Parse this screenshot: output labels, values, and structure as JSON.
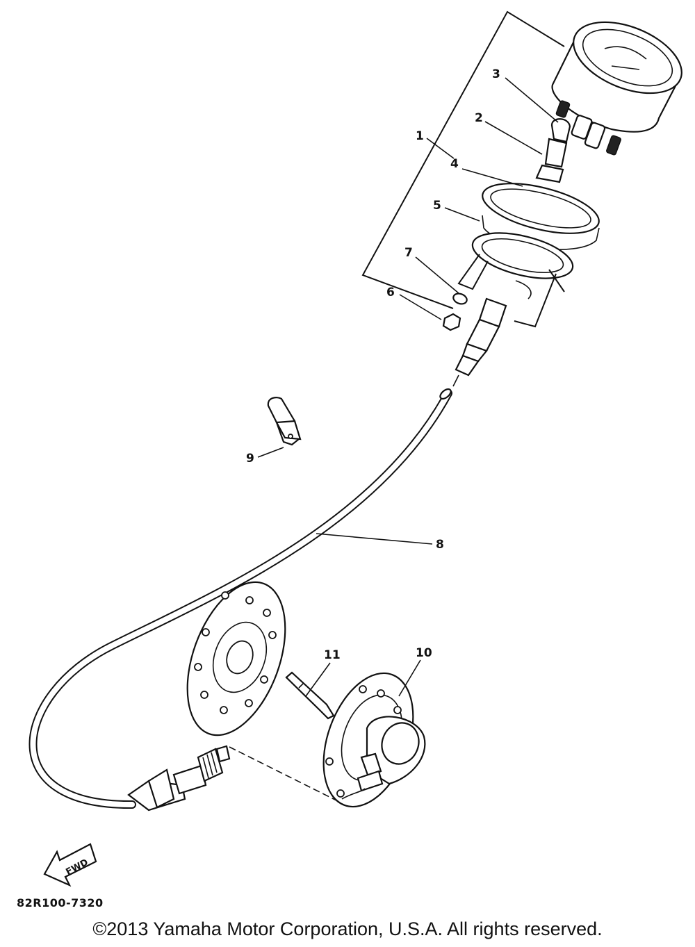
{
  "diagram": {
    "callouts": [
      {
        "id": "1",
        "label": "1"
      },
      {
        "id": "2",
        "label": "2"
      },
      {
        "id": "3",
        "label": "3"
      },
      {
        "id": "4",
        "label": "4"
      },
      {
        "id": "5",
        "label": "5"
      },
      {
        "id": "6",
        "label": "6"
      },
      {
        "id": "7",
        "label": "7"
      },
      {
        "id": "8",
        "label": "8"
      },
      {
        "id": "9",
        "label": "9"
      },
      {
        "id": "10",
        "label": "10"
      },
      {
        "id": "11",
        "label": "11"
      }
    ],
    "direction_arrow_label": "FWD",
    "part_code": "82R100-7320"
  },
  "footer": {
    "copyright": "©2013 Yamaha Motor Corporation, U.S.A. All rights reserved."
  },
  "icons": {
    "speedometer": "speedometer-gauge-icon",
    "bulb": "bulb-icon",
    "cable": "speedometer-cable-icon",
    "hub": "wheel-hub-icon",
    "gear_unit": "meter-gear-unit-icon",
    "clamp": "cable-clamp-icon",
    "arrow": "forward-arrow-icon"
  }
}
